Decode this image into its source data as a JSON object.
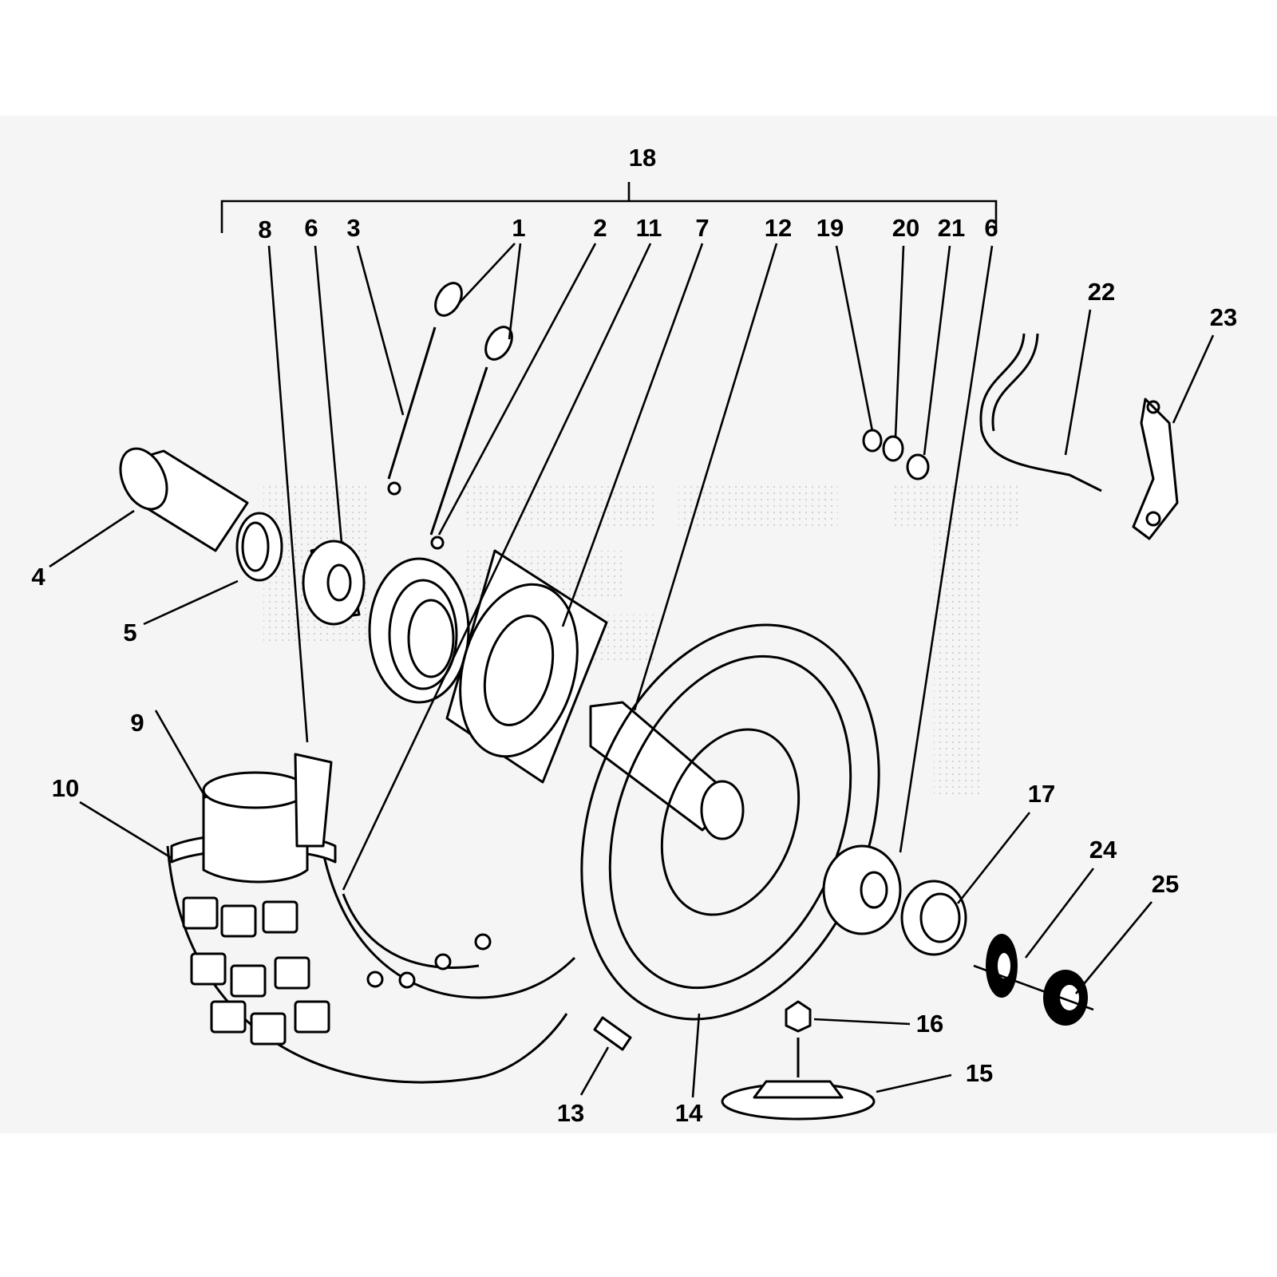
{
  "diagram": {
    "type": "exploded-parts-view",
    "group_label": "18",
    "callouts": [
      {
        "id": "8",
        "part": "8"
      },
      {
        "id": "6a",
        "part": "6"
      },
      {
        "id": "3",
        "part": "3"
      },
      {
        "id": "1",
        "part": "1"
      },
      {
        "id": "2",
        "part": "2"
      },
      {
        "id": "11",
        "part": "11"
      },
      {
        "id": "7",
        "part": "7"
      },
      {
        "id": "12",
        "part": "12"
      },
      {
        "id": "19",
        "part": "19"
      },
      {
        "id": "20",
        "part": "20"
      },
      {
        "id": "21",
        "part": "21"
      },
      {
        "id": "6b",
        "part": "6"
      },
      {
        "id": "22",
        "part": "22"
      },
      {
        "id": "23",
        "part": "23"
      },
      {
        "id": "4",
        "part": "4"
      },
      {
        "id": "5",
        "part": "5"
      },
      {
        "id": "9",
        "part": "9"
      },
      {
        "id": "10",
        "part": "10"
      },
      {
        "id": "17",
        "part": "17"
      },
      {
        "id": "24",
        "part": "24"
      },
      {
        "id": "25",
        "part": "25"
      },
      {
        "id": "16",
        "part": "16"
      },
      {
        "id": "15",
        "part": "15"
      },
      {
        "id": "13",
        "part": "13"
      },
      {
        "id": "14",
        "part": "14"
      }
    ]
  }
}
